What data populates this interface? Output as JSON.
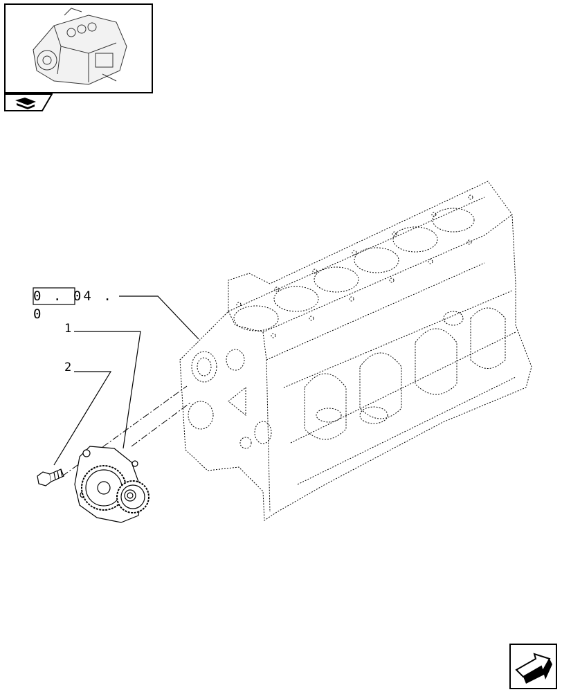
{
  "reference": {
    "code": "0 . 04 . 0",
    "boxed_part": "0 . 0"
  },
  "callouts": [
    {
      "label": "1"
    },
    {
      "label": "2"
    }
  ],
  "thumbnail": {
    "icon": "engine-thumbnail-icon",
    "tab_icon": "book-arrow-icon"
  },
  "navigation": {
    "icon": "next-page-arrow-icon"
  }
}
